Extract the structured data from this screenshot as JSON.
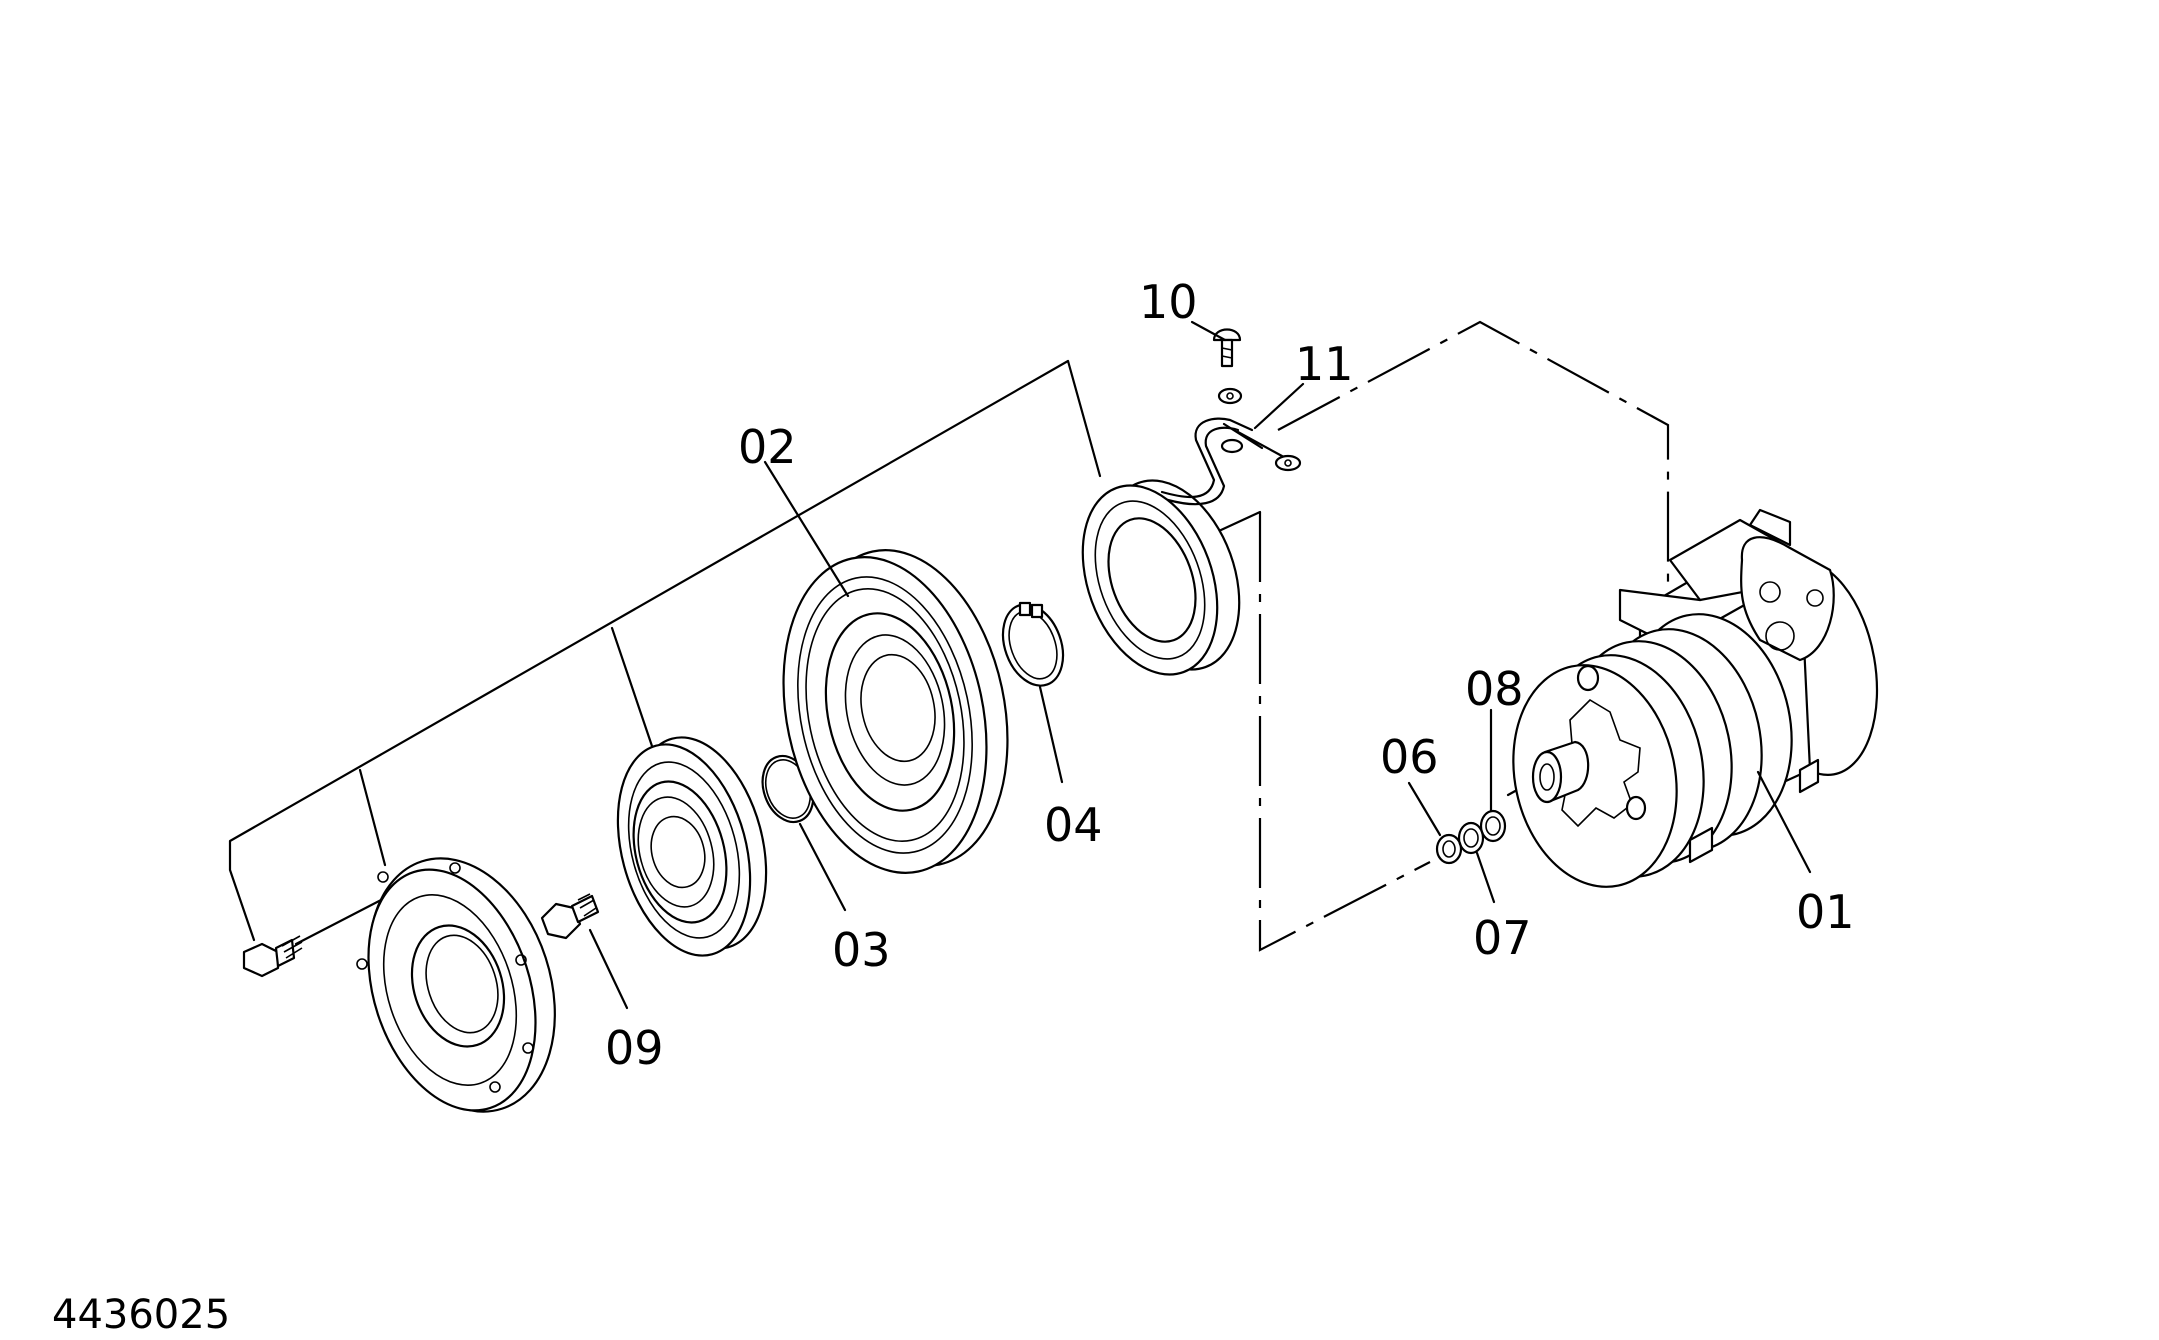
{
  "callouts": {
    "p01": "01",
    "p02": "02",
    "p03": "03",
    "p04": "04",
    "p06": "06",
    "p07": "07",
    "p08": "08",
    "p09": "09",
    "p10": "10",
    "p11": "11"
  },
  "document_number": "4436025"
}
